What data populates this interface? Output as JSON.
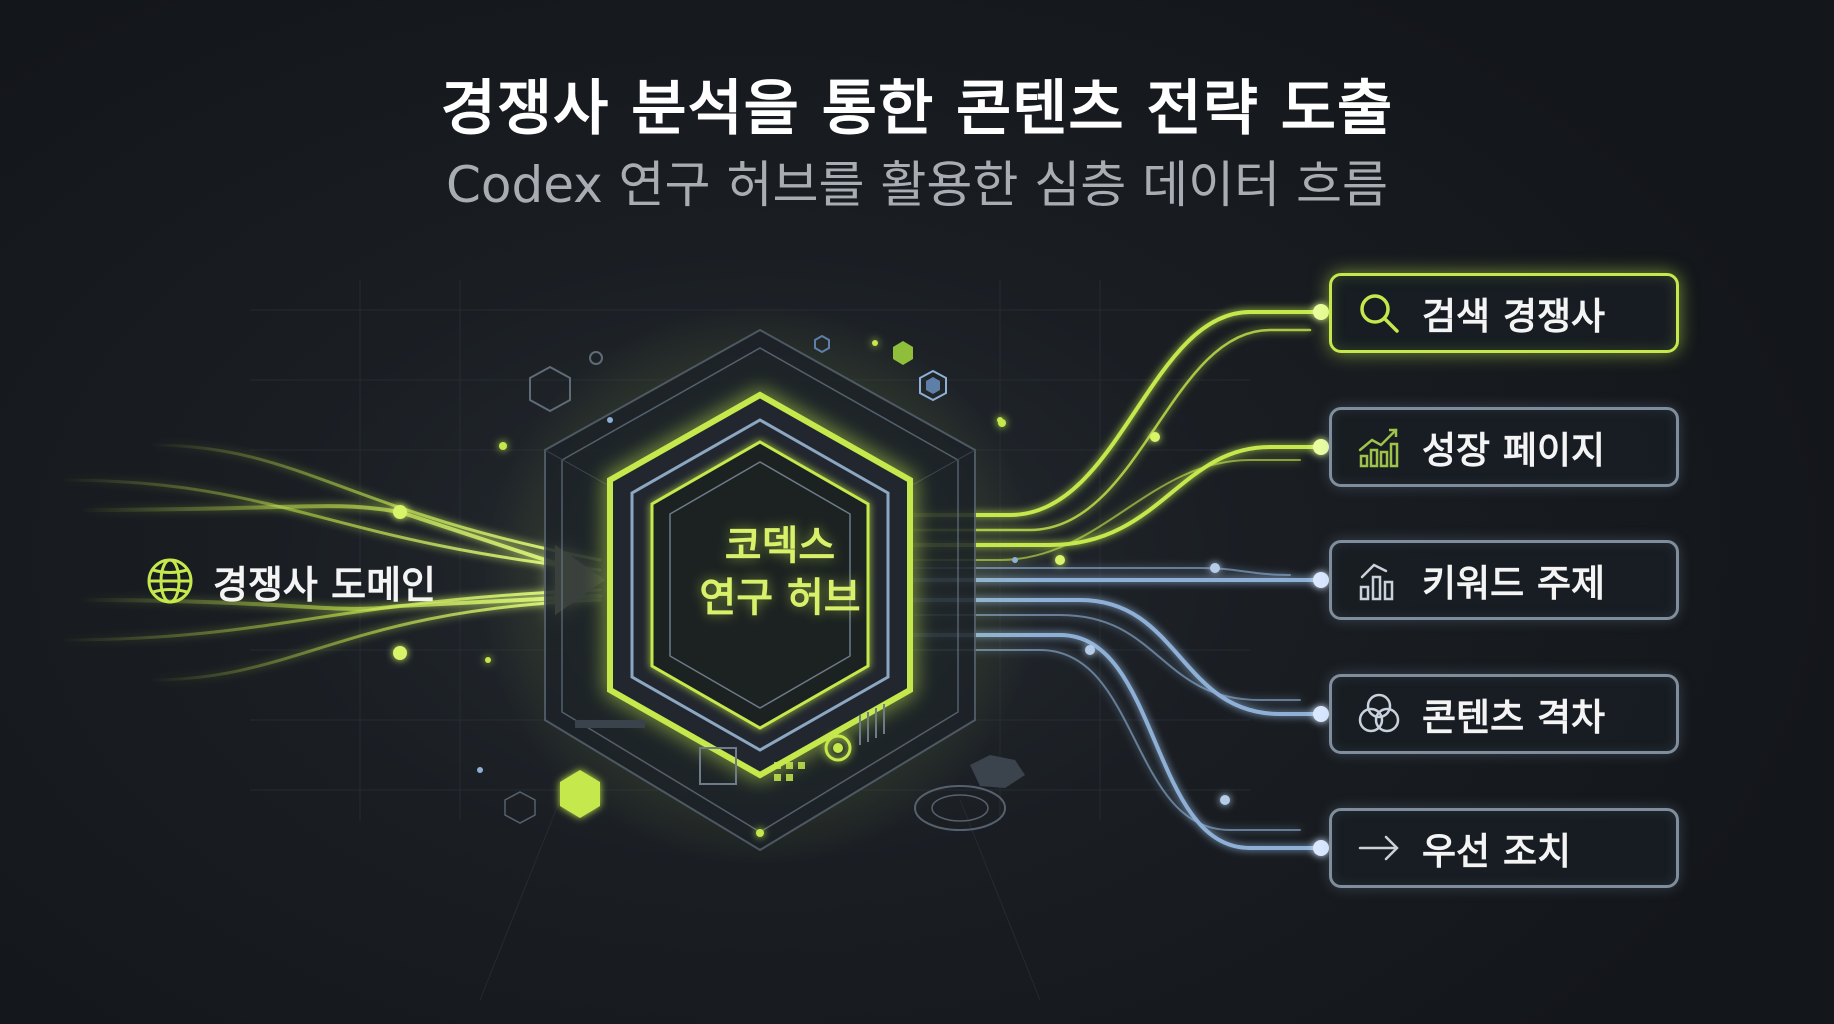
{
  "title": "경쟁사 분석을 통한 콘텐츠 전략 도출",
  "subtitle": "Codex 연구 허브를 활용한 심층 데이터 흐름",
  "hub": {
    "line1": "코덱스",
    "line2": "연구 허브"
  },
  "source": {
    "label": "경쟁사 도메인",
    "icon": "globe-icon"
  },
  "outputs": [
    {
      "label": "검색 경쟁사",
      "icon": "search-icon",
      "accent": true
    },
    {
      "label": "성장 페이지",
      "icon": "growth-chart-icon",
      "accent": false
    },
    {
      "label": "키워드 주제",
      "icon": "bar-chart-icon",
      "accent": false
    },
    {
      "label": "콘텐츠 격차",
      "icon": "venn-circles-icon",
      "accent": false
    },
    {
      "label": "우선 조치",
      "icon": "arrow-right-icon",
      "accent": false
    }
  ],
  "colors": {
    "accent": "#c5e84d",
    "flow_blue": "#8fb0d6",
    "background": "#15181d",
    "text": "#f4f4f4"
  }
}
